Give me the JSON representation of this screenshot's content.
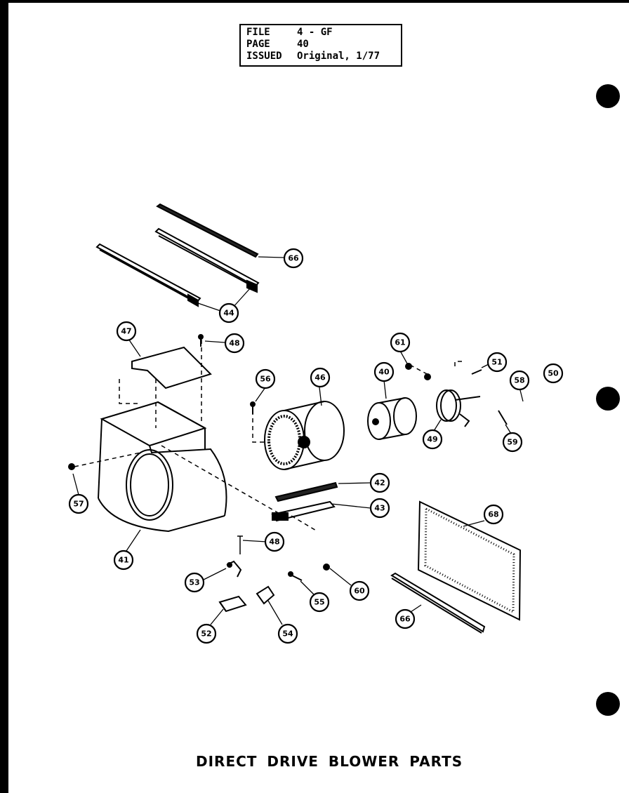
{
  "file_box": {
    "rows": [
      {
        "key": "FILE",
        "value": "4 - GF"
      },
      {
        "key": "PAGE",
        "value": "40"
      },
      {
        "key": "ISSUED",
        "value": "Original, 1/77"
      }
    ]
  },
  "title": "DIRECT DRIVE BLOWER PARTS",
  "callouts": [
    {
      "id": "c66a",
      "label": "66"
    },
    {
      "id": "c44",
      "label": "44"
    },
    {
      "id": "c47",
      "label": "47"
    },
    {
      "id": "c48a",
      "label": "48"
    },
    {
      "id": "c56",
      "label": "56"
    },
    {
      "id": "c46",
      "label": "46"
    },
    {
      "id": "c40",
      "label": "40"
    },
    {
      "id": "c61",
      "label": "61"
    },
    {
      "id": "c51",
      "label": "51"
    },
    {
      "id": "c58",
      "label": "58"
    },
    {
      "id": "c50",
      "label": "50"
    },
    {
      "id": "c49",
      "label": "49"
    },
    {
      "id": "c59",
      "label": "59"
    },
    {
      "id": "c57",
      "label": "57"
    },
    {
      "id": "c42",
      "label": "42"
    },
    {
      "id": "c43",
      "label": "43"
    },
    {
      "id": "c68",
      "label": "68"
    },
    {
      "id": "c41",
      "label": "41"
    },
    {
      "id": "c48b",
      "label": "48"
    },
    {
      "id": "c53",
      "label": "53"
    },
    {
      "id": "c60",
      "label": "60"
    },
    {
      "id": "c55",
      "label": "55"
    },
    {
      "id": "c52",
      "label": "52"
    },
    {
      "id": "c54",
      "label": "54"
    },
    {
      "id": "c66b",
      "label": "66"
    }
  ]
}
